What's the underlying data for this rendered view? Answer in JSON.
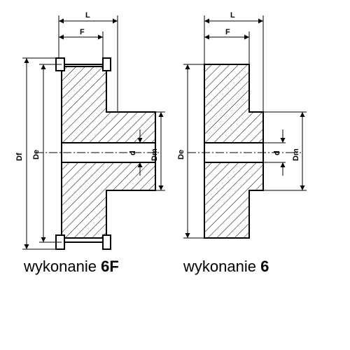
{
  "left_drawing": {
    "dims": {
      "L": "L",
      "F": "F",
      "Df": "Df",
      "De": "De",
      "d": "d",
      "Dm": "Dm"
    },
    "caption": {
      "prefix": "wykonanie ",
      "variant": "6F"
    }
  },
  "right_drawing": {
    "dims": {
      "L": "L",
      "F": "F",
      "De": "De",
      "d": "d",
      "Dm": "Dm"
    },
    "caption": {
      "prefix": "wykonanie ",
      "variant": "6"
    }
  }
}
